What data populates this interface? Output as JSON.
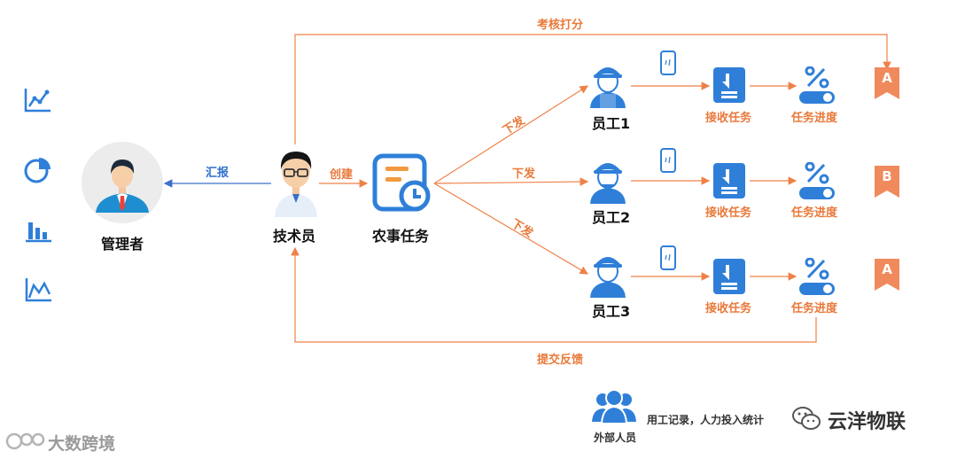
{
  "nodes": {
    "manager": "管理者",
    "technician": "技术员",
    "farm_task": "农事任务",
    "worker1": "员工1",
    "worker2": "员工2",
    "worker3": "员工3",
    "external": "外部人员"
  },
  "edges": {
    "report": "汇报",
    "create": "创建",
    "dispatch": "下发",
    "evaluate": "考核打分",
    "feedback": "提交反馈"
  },
  "steps": {
    "receive": "接收任务",
    "progress": "任务进度"
  },
  "grades": [
    "A",
    "B",
    "A"
  ],
  "external_note": "用工记录，人力投入统计",
  "watermark_left": "大数跨境",
  "watermark_right": "云洋物联",
  "colors": {
    "orange": "#ef8148",
    "blue": "#2f7fd8",
    "grade": "#f08a5d"
  }
}
